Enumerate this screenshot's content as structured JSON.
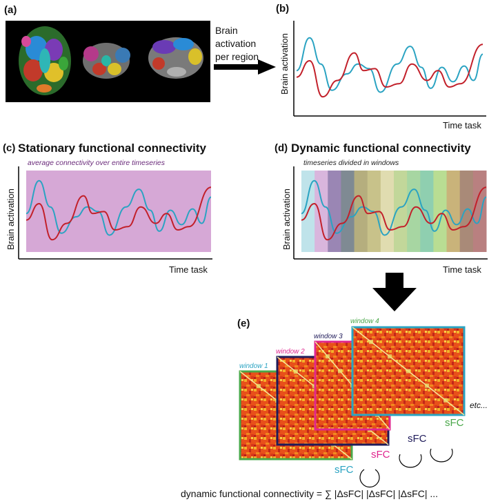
{
  "panels": {
    "a": {
      "label": "(a)"
    },
    "b": {
      "label": "(b)",
      "ylabel": "Brain activation",
      "xlabel": "Time task"
    },
    "c": {
      "label": "(c)",
      "title": "Stationary functional connectivity",
      "subtitle": "average connectivity over entire timeseries",
      "ylabel": "Brain activation",
      "xlabel": "Time task"
    },
    "d": {
      "label": "(d)",
      "title": "Dynamic functional connectivity",
      "subtitle": "timeseries divided in windows",
      "ylabel": "Brain activation",
      "xlabel": "Time task"
    },
    "e": {
      "label": "(e)"
    }
  },
  "arrow_label": [
    "Brain",
    "activation",
    "per region"
  ],
  "windows": [
    {
      "label": "window 1",
      "color": "#2aa3c2",
      "sfc": "sFC"
    },
    {
      "label": "window 2",
      "color": "#e0268f",
      "sfc": "sFC"
    },
    {
      "label": "window 3",
      "color": "#1f1b5a",
      "sfc": "sFC"
    },
    {
      "label": "window 4",
      "color": "#4aa84a",
      "sfc": "sFC"
    }
  ],
  "etc_label": "etc...",
  "formula": "dynamic functional connectivity = ∑ |ΔsFC|  |ΔsFC|  |ΔsFC| ...",
  "colors": {
    "blue_series": "#2aa3c2",
    "red_series": "#c2202a",
    "stationary_bg": "#d6a8d6",
    "window_bands": [
      "#bfe3ea",
      "#d9b6dd",
      "#9a86b4",
      "#7f8a93",
      "#b5ae7e",
      "#c8c28a",
      "#e0dcb0",
      "#c2d79a",
      "#a7d6a2",
      "#8fcfb0",
      "#b9dd93",
      "#c9b37a",
      "#a98a78",
      "#b98080"
    ]
  }
}
